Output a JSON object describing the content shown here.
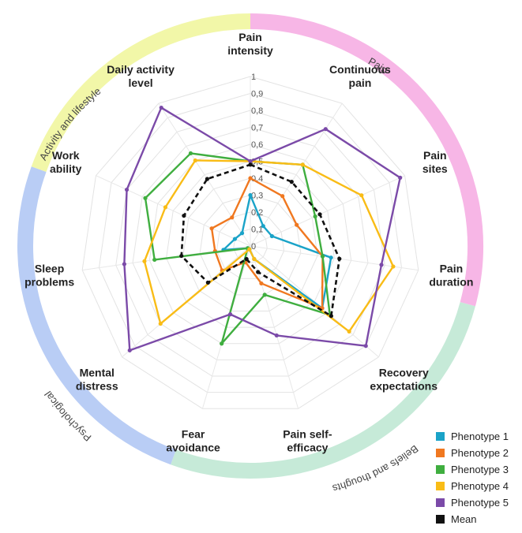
{
  "chart_data": {
    "type": "radar",
    "title": "",
    "axes": [
      "Pain\nintensity",
      "Continuous\npain",
      "Pain\nsites",
      "Pain\nduration",
      "Recovery\nexpectations",
      "Pain self-\nefficacy",
      "Fear\navoidance",
      "Mental\ndistress",
      "Sleep\nproblems",
      "Work\nability",
      "Daily activity\nlevel"
    ],
    "ticks": [
      "0",
      "0,1",
      "0,2",
      "0,3",
      "0,4",
      "0,5",
      "0,6",
      "0,7",
      "0,8",
      "0,9",
      "1"
    ],
    "range": [
      0,
      1
    ],
    "domains": [
      {
        "label": "Pain",
        "color": "#f7b6e6"
      },
      {
        "label": "Beliefs and thoughts",
        "color": "#c6ead8"
      },
      {
        "label": "Psychological",
        "color": "#b9cdf5"
      },
      {
        "label": "Activity and lifestyle",
        "color": "#f2f7a8"
      }
    ],
    "series": [
      {
        "name": "Phenotype 1",
        "color": "#1aa3c8",
        "dashed": false,
        "values": [
          0.3,
          0.14,
          0.14,
          0.48,
          0.56,
          0.08,
          0.02,
          0.02,
          0.16,
          0.1,
          0.09
        ]
      },
      {
        "name": "Phenotype 2",
        "color": "#f07820",
        "dashed": false,
        "values": [
          0.4,
          0.35,
          0.3,
          0.43,
          0.56,
          0.23,
          0.1,
          0.22,
          0.21,
          0.25,
          0.2
        ]
      },
      {
        "name": "Phenotype 3",
        "color": "#3fae3f",
        "dashed": false,
        "values": [
          0.5,
          0.57,
          0.42,
          0.43,
          0.62,
          0.3,
          0.6,
          0.02,
          0.57,
          0.68,
          0.65
        ]
      },
      {
        "name": "Phenotype 4",
        "color": "#f9bc16",
        "dashed": false,
        "values": [
          0.5,
          0.57,
          0.72,
          0.85,
          0.77,
          0.08,
          0.02,
          0.7,
          0.63,
          0.55,
          0.6
        ]
      },
      {
        "name": "Phenotype 5",
        "color": "#7b4aa8",
        "dashed": false,
        "values": [
          0.5,
          0.82,
          0.97,
          0.78,
          0.9,
          0.55,
          0.42,
          0.94,
          0.75,
          0.8,
          0.97
        ]
      },
      {
        "name": "Mean",
        "color": "#111111",
        "dashed": true,
        "values": [
          0.48,
          0.45,
          0.45,
          0.53,
          0.63,
          0.16,
          0.08,
          0.33,
          0.41,
          0.43,
          0.47
        ]
      }
    ]
  }
}
